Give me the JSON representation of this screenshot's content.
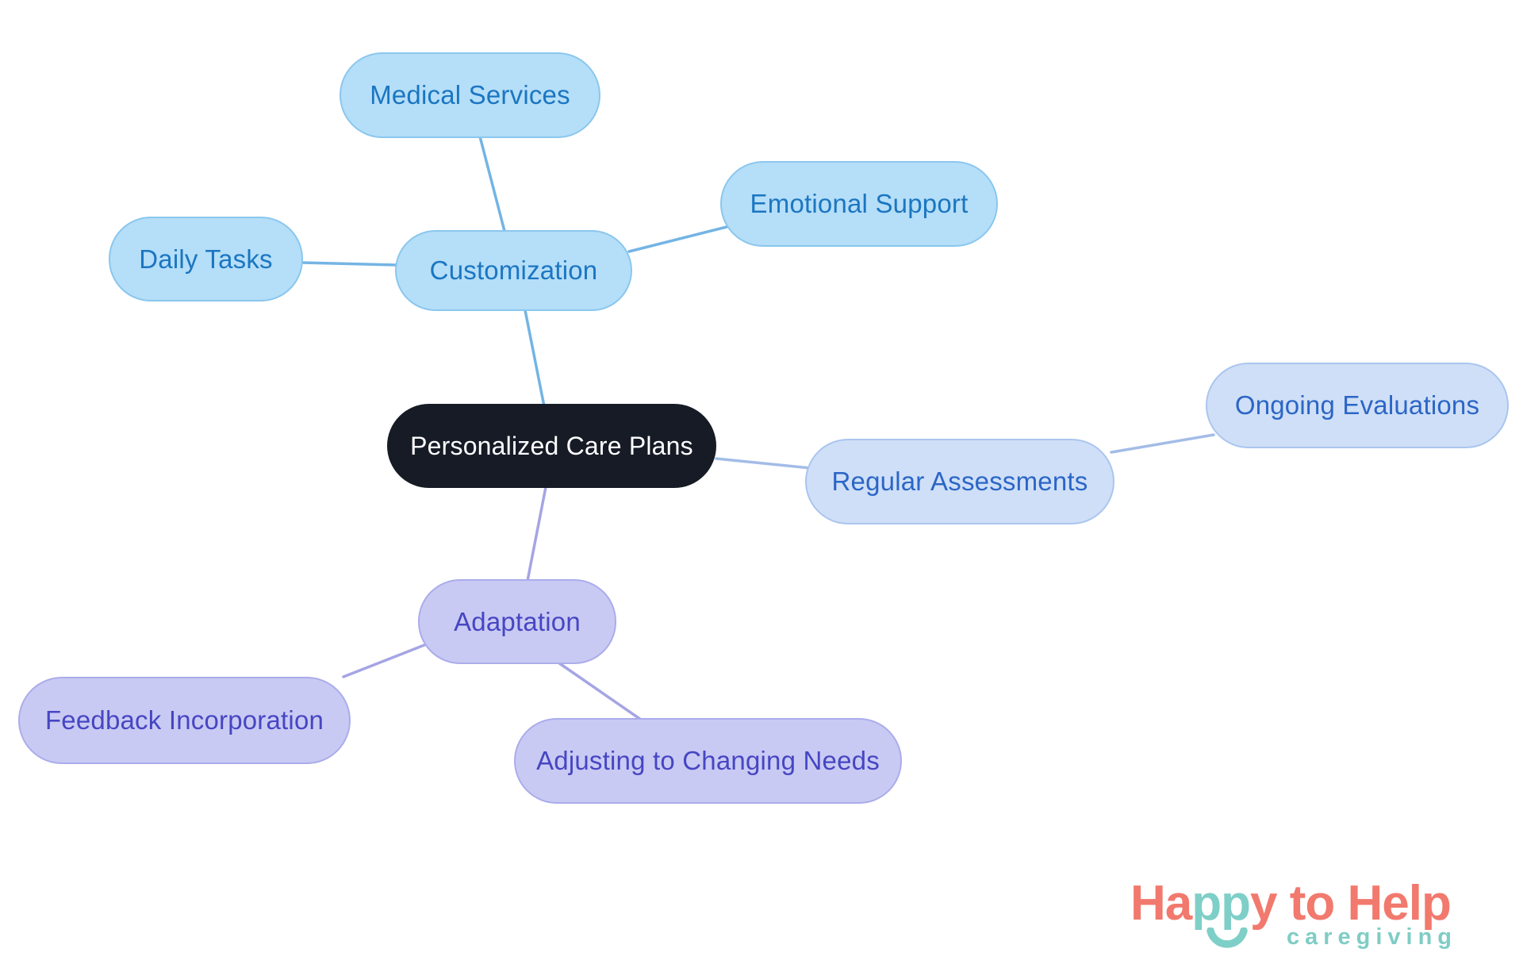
{
  "page": {
    "background": "#ffffff",
    "description": "Mind map of Personalized Care Plans"
  },
  "nodes": {
    "central": {
      "label": "Personalized Care Plans",
      "fill": "#161b26",
      "text_color": "#ffffff",
      "role": "root"
    },
    "customization": {
      "label": "Customization",
      "fill": "#b5def8",
      "border": "#8ac7ee",
      "text_color": "#1b76c1"
    },
    "medical_services": {
      "label": "Medical Services",
      "fill": "#b5def8",
      "border": "#8ac7ee",
      "text_color": "#1b76c1"
    },
    "daily_tasks": {
      "label": "Daily Tasks",
      "fill": "#b5def8",
      "border": "#8ac7ee",
      "text_color": "#1b76c1"
    },
    "emotional_support": {
      "label": "Emotional Support",
      "fill": "#b5def8",
      "border": "#8ac7ee",
      "text_color": "#1b76c1"
    },
    "regular_assessments": {
      "label": "Regular Assessments",
      "fill": "#cfdff7",
      "border": "#aac5ef",
      "text_color": "#2b66c6"
    },
    "ongoing_evaluations": {
      "label": "Ongoing Evaluations",
      "fill": "#cfdff7",
      "border": "#aac5ef",
      "text_color": "#2b66c6"
    },
    "adaptation": {
      "label": "Adaptation",
      "fill": "#c9caf3",
      "border": "#abaceb",
      "text_color": "#4646c3"
    },
    "feedback_incorporation": {
      "label": "Feedback Incorporation",
      "fill": "#c9caf3",
      "border": "#abaceb",
      "text_color": "#4646c3"
    },
    "adjusting_to_changing_needs": {
      "label": "Adjusting to Changing Needs",
      "fill": "#c9caf3",
      "border": "#abaceb",
      "text_color": "#4646c3"
    }
  },
  "edges": [
    {
      "from": "customization",
      "to": "medical_services",
      "color_key": "sky"
    },
    {
      "from": "customization",
      "to": "daily_tasks",
      "color_key": "sky"
    },
    {
      "from": "customization",
      "to": "emotional_support",
      "color_key": "sky"
    },
    {
      "from": "central",
      "to": "customization",
      "color_key": "sky"
    },
    {
      "from": "central",
      "to": "regular_assessments",
      "color_key": "periwinkle"
    },
    {
      "from": "regular_assessments",
      "to": "ongoing_evaluations",
      "color_key": "periwinkle"
    },
    {
      "from": "central",
      "to": "adaptation",
      "color_key": "lavender"
    },
    {
      "from": "adaptation",
      "to": "feedback_incorporation",
      "color_key": "lavender"
    },
    {
      "from": "adaptation",
      "to": "adjusting_to_changing_needs",
      "color_key": "lavender"
    }
  ],
  "edge_colors": {
    "sky": "#74b4e4",
    "periwinkle": "#a3bce7",
    "lavender": "#a5a5e4"
  },
  "logo": {
    "brand_prefix": "Ha",
    "brand_mid": "pp",
    "brand_suffix": "y to Help",
    "tagline": "caregiving",
    "coral": "#f2796d",
    "teal": "#7ecfc7",
    "tagline_color": "#7fcdc5"
  }
}
